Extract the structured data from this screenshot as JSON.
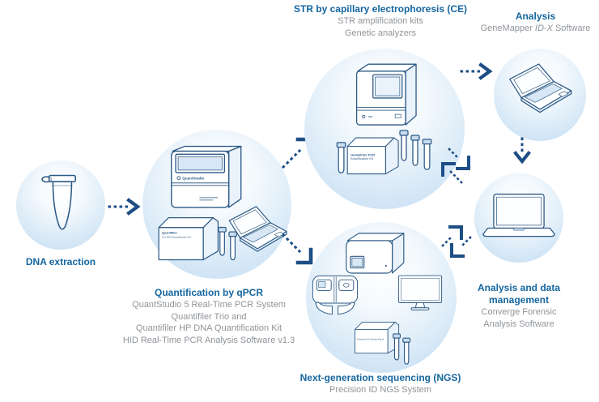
{
  "palette": {
    "heading_blue": "#15669f",
    "body_gray": "#8f9499",
    "line_navy": "#2d5a86",
    "arrow_navy": "#1d4e86",
    "circle_fill_edge": "#bfdbf2"
  },
  "dna": {
    "label": "DNA extraction"
  },
  "qpcr": {
    "title": "Quantification by qPCR",
    "lines": [
      "QuantStudio 5 Real-Time PCR System",
      "Quantifiler Trio and",
      "Quantifiler HP DNA Quantification Kit",
      "HID Real-Time PCR Analysis Software v1.3"
    ],
    "machine_logo": "QuantStudio",
    "kit_line1": "Quantifiler",
    "kit_line2": "Trio DNA Quantification Kit"
  },
  "ce": {
    "title": "STR by capillary electrophoresis (CE)",
    "lines": [
      "STR amplification kits",
      "Genetic analyzers"
    ],
    "kit_line1": "GlobalFiler PCR",
    "kit_line2": "Amplification Kit"
  },
  "analysis": {
    "title": "Analysis",
    "software_prefix": "GeneMapper ",
    "software_italic": "ID-X",
    "software_suffix": " Software"
  },
  "data_mgmt": {
    "title_line1": "Analysis and data",
    "title_line2": "management",
    "lines": [
      "Converge Forensic",
      "Analysis Software"
    ]
  },
  "ngs": {
    "title": "Next-generation sequencing (NGS)",
    "line": "Precision ID NGS System",
    "kit_line1": "Precision ID Identity Panel"
  }
}
